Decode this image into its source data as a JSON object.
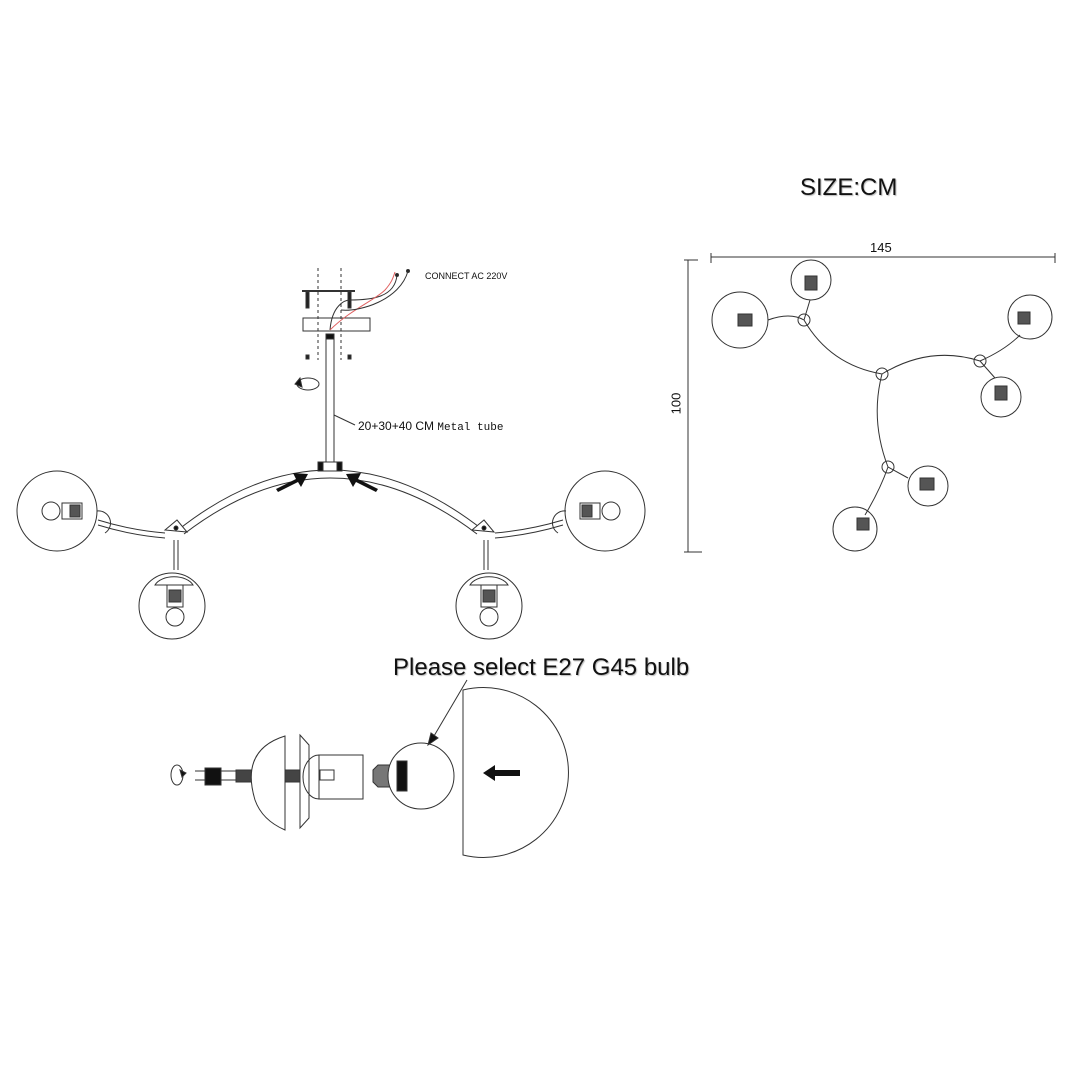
{
  "size_title": "SIZE:CM",
  "dimensions": {
    "width": "145",
    "height": "100"
  },
  "labels": {
    "connect": "CONNECT AC 220V",
    "tube_length": "20+30+40 CM",
    "tube_material": "Metal tube",
    "bulb_note": "Please select E27 G45 bulb"
  },
  "colors": {
    "line": "#333333",
    "live_wire": "#e06060",
    "arrow": "#111111"
  }
}
